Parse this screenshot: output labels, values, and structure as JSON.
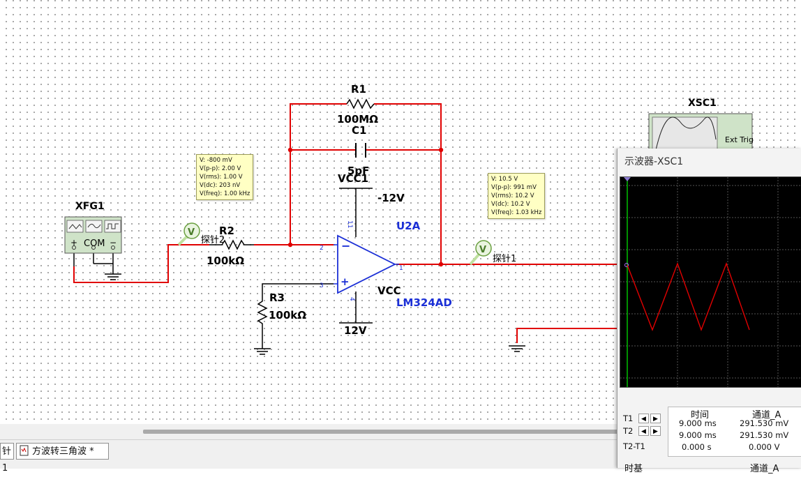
{
  "components": {
    "r1": {
      "name": "R1",
      "value": "100MΩ"
    },
    "c1": {
      "name": "C1",
      "value": "5pF"
    },
    "r2": {
      "name": "R2",
      "value": "100kΩ"
    },
    "r3": {
      "name": "R3",
      "value": "100kΩ"
    },
    "opamp": {
      "ref": "U2A",
      "model": "LM324AD",
      "pin2": "2",
      "pin3": "3",
      "pin1": "1",
      "pin11": "11",
      "pin4": "4",
      "minus": "−",
      "plus": "+"
    },
    "vcc_top": {
      "name": "VCC1",
      "voltage": "-12V"
    },
    "vcc_bottom": {
      "name": "VCC",
      "voltage": "12V"
    },
    "xfg1": {
      "name": "XFG1",
      "plus": "+",
      "com": "COM",
      "minus": "−"
    },
    "xsc1": {
      "name": "XSC1",
      "ext_trig": "Ext Trig"
    }
  },
  "probes": {
    "probe2": {
      "label": "探针2",
      "lines": [
        "V: -800 mV",
        "V(p-p): 2.00 V",
        "V(rms): 1.00 V",
        "V(dc): 203 nV",
        "V(freq): 1.00 kHz"
      ]
    },
    "probe1": {
      "label": "探针1",
      "lines": [
        "V: 10.5 V",
        "V(p-p): 991 mV",
        "V(rms): 10.2 V",
        "V(dc): 10.2 V",
        "V(freq): 1.03 kHz"
      ]
    }
  },
  "scope_window": {
    "title": "示波器-XSC1",
    "cursor_labels": [
      "T1",
      "T2",
      "T2-T1"
    ],
    "headers": {
      "time": "时间",
      "channel_a": "通道_A"
    },
    "rows": [
      {
        "time": "9.000 ms",
        "channel_a": "291.530 mV"
      },
      {
        "time": "9.000 ms",
        "channel_a": "291.530 mV"
      },
      {
        "time": "0.000 s",
        "channel_a": "0.000 V"
      }
    ],
    "bottom_time_label": "时基",
    "bottom_channel_label": "通道_A",
    "trace_color": "#e00000",
    "cursor_color": "#00c000"
  },
  "tabs": [
    {
      "label": "针1"
    },
    {
      "label": "方波转三角波 *"
    }
  ],
  "colors": {
    "wire": "#e00000",
    "component": "#000000",
    "label_blue": "#1b2fd6"
  }
}
